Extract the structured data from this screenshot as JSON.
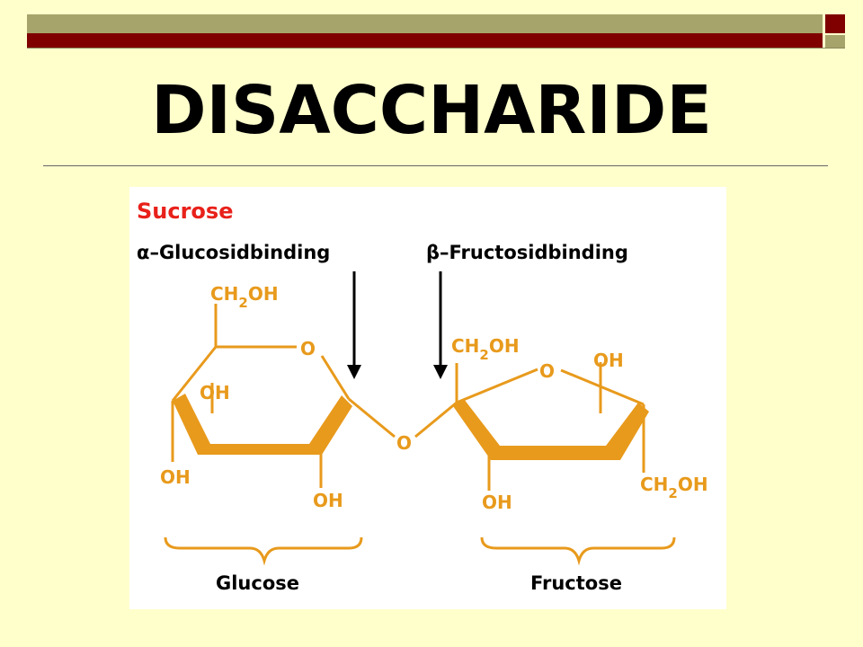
{
  "slide": {
    "title": "DISACCHARIDE"
  },
  "diagram": {
    "name": "Sucrose",
    "alpha_symbol": "α",
    "alpha_text": "–Glucosidbinding",
    "beta_symbol": "β",
    "beta_text": "–Fructosidbinding",
    "glucose": {
      "ch2oh_ch": "CH",
      "ch2oh_sub": "2",
      "ch2oh_oh": "OH",
      "ring_o": "O",
      "oh_upper": "OH",
      "oh_left": "OH",
      "oh_bottom": "OH",
      "label": "Glucose"
    },
    "bridge_o": "O",
    "fructose": {
      "ch2oh_top_ch": "CH",
      "ch2oh_top_sub": "2",
      "ch2oh_top_oh": "OH",
      "ring_o": "O",
      "oh_top": "OH",
      "oh_bottom": "OH",
      "ch2oh_right_ch": "CH",
      "ch2oh_right_sub": "2",
      "ch2oh_right_oh": "OH",
      "label": "Fructose"
    },
    "colors": {
      "red": "#E8211A",
      "orange": "#E89A1C",
      "black": "#000000"
    }
  }
}
